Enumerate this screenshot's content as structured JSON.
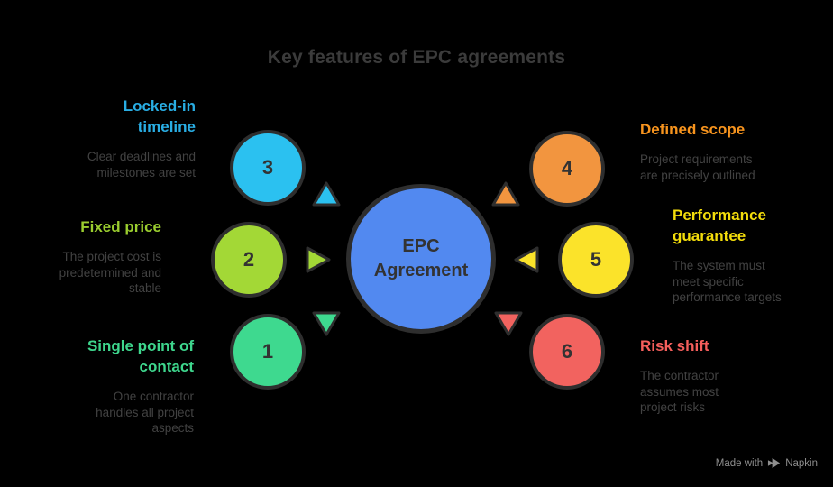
{
  "title": "Key features of EPC agreements",
  "theme": {
    "background": "#000000",
    "title_color": "#3B3B3B",
    "body_text_color": "#424242",
    "outline_color": "#2E2E2E",
    "number_color": "#333333",
    "watermark_color": "#8E8E8E"
  },
  "center": {
    "label": "EPC\nAgreement",
    "circle_color": "#5289F0"
  },
  "features": [
    {
      "number": "1",
      "heading": "Single point of\ncontact",
      "description": "One contractor\nhandles all project\naspects",
      "label_color": "#3ED68D",
      "circle_color": "#3ED98F",
      "arrow_direction": "down"
    },
    {
      "number": "2",
      "heading": "Fixed price",
      "description": "The project cost is\npredetermined and\nstable",
      "label_color": "#9BCE2F",
      "circle_color": "#A3D836",
      "arrow_direction": "right"
    },
    {
      "number": "3",
      "heading": "Locked-in\ntimeline",
      "description": "Clear deadlines and\nmilestones are set",
      "label_color": "#29ADE3",
      "circle_color": "#2BC1F0",
      "arrow_direction": "up"
    },
    {
      "number": "4",
      "heading": "Defined scope",
      "description": "Project requirements\nare precisely outlined",
      "label_color": "#F7941E",
      "circle_color": "#F2953F",
      "arrow_direction": "up"
    },
    {
      "number": "5",
      "heading": "Performance\nguarantee",
      "description": "The system must\nmeet specific\nperformance targets",
      "label_color": "#F3DD0B",
      "circle_color": "#FBE32A",
      "arrow_direction": "left"
    },
    {
      "number": "6",
      "heading": "Risk shift",
      "description": "The contractor\nassumes most\nproject risks",
      "label_color": "#F55F5C",
      "circle_color": "#F2635F",
      "arrow_direction": "down"
    }
  ],
  "watermark": {
    "made_with": "Made with",
    "brand": "Napkin"
  }
}
